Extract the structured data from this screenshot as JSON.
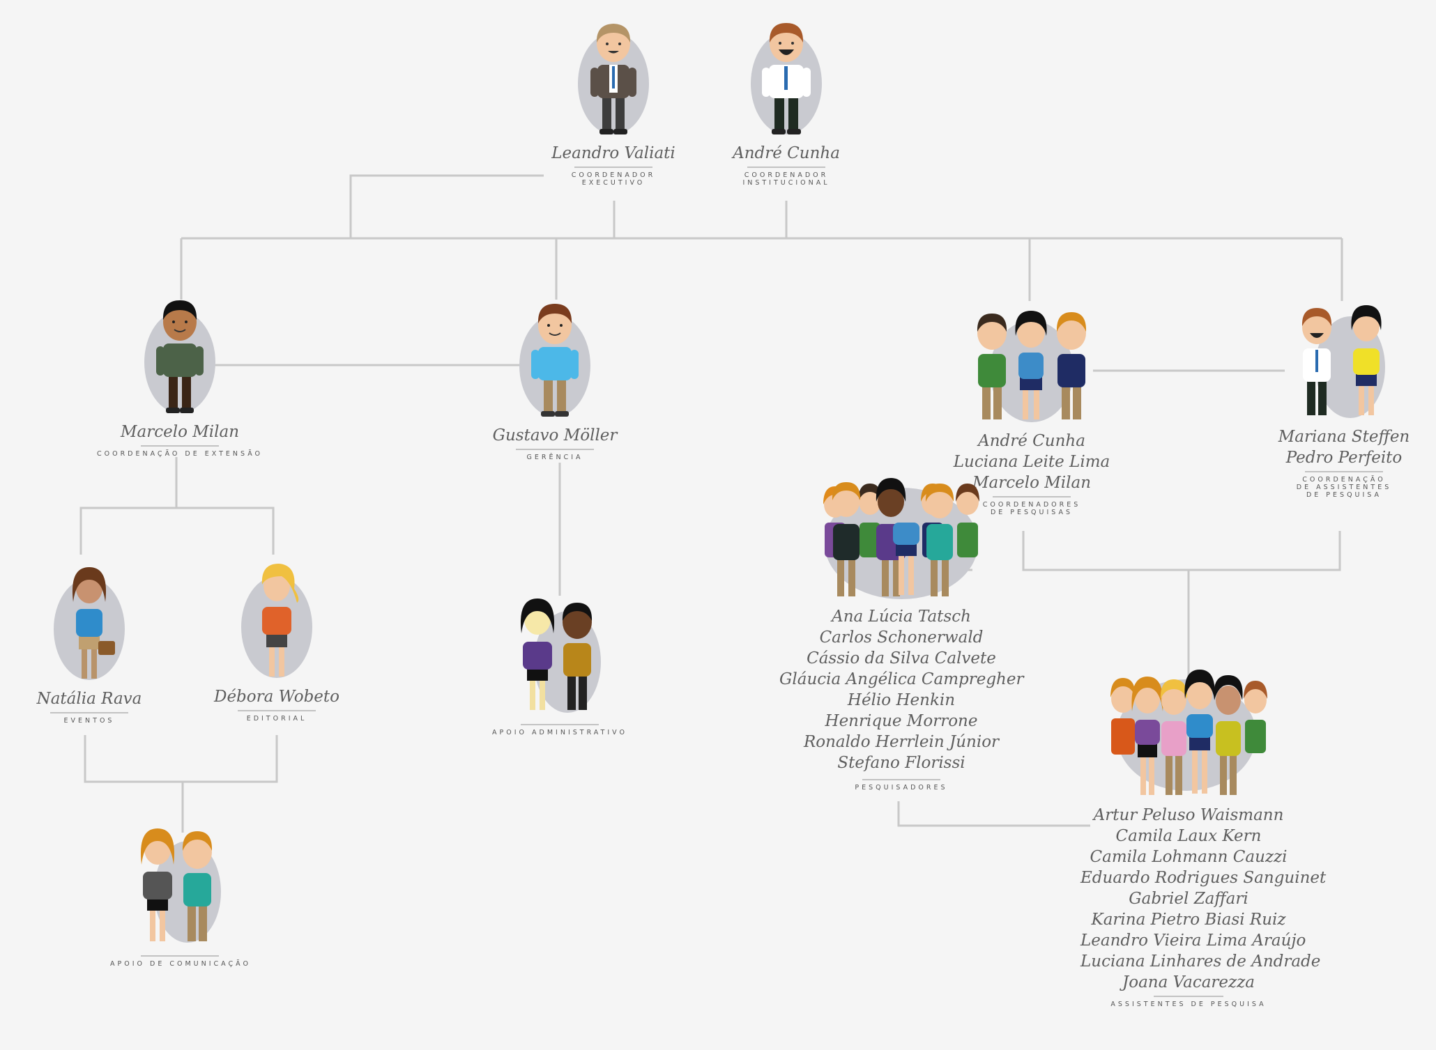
{
  "nodes": [
    {
      "id": "valiati",
      "names": [
        "Leandro Valiati"
      ],
      "role": [
        "COORDENADOR",
        "EXECUTIVO"
      ]
    },
    {
      "id": "cunha",
      "names": [
        "André Cunha"
      ],
      "role": [
        "COORDENADOR",
        "INSTITUCIONAL"
      ]
    },
    {
      "id": "milan",
      "names": [
        "Marcelo Milan"
      ],
      "role": [
        "COORDENAÇÃO DE EXTENSÃO"
      ]
    },
    {
      "id": "moller",
      "names": [
        "Gustavo Möller"
      ],
      "role": [
        "GERÊNCIA"
      ]
    },
    {
      "id": "coord-pesq",
      "names": [
        "André Cunha",
        "Luciana Leite Lima",
        "Marcelo Milan"
      ],
      "role": [
        "COORDENADORES",
        "DE PESQUISAS"
      ]
    },
    {
      "id": "coord-assist",
      "names": [
        "Mariana Steffen",
        "Pedro Perfeito"
      ],
      "role": [
        "COORDENAÇÃO",
        "DE ASSISTENTES",
        "DE PESQUISA"
      ]
    },
    {
      "id": "rava",
      "names": [
        "Natália Rava"
      ],
      "role": [
        "EVENTOS"
      ]
    },
    {
      "id": "wobeto",
      "names": [
        "Débora Wobeto"
      ],
      "role": [
        "EDITORIAL"
      ]
    },
    {
      "id": "apoio-adm",
      "names": [],
      "role": [
        "APOIO ADMINISTRATIVO"
      ]
    },
    {
      "id": "pesquisadores",
      "names": [
        "Ana Lúcia Tatsch",
        "Carlos Schonerwald",
        "Cássio da Silva Calvete",
        "Gláucia Angélica Campregher",
        "Hélio Henkin",
        "Henrique Morrone",
        "Ronaldo Herrlein Júnior",
        "Stefano Florissi"
      ],
      "role": [
        "PESQUISADORES"
      ]
    },
    {
      "id": "apoio-com",
      "names": [],
      "role": [
        "APOIO DE COMUNICAÇÃO"
      ]
    },
    {
      "id": "assistentes",
      "names": [
        "Artur Peluso Waismann",
        "Camila Laux Kern",
        "Camila Lohmann Cauzzi",
        "Eduardo Rodrigues Sanguinet",
        "Gabriel Zaffari",
        "Karina Pietro Biasi Ruiz",
        "Leandro Vieira Lima Araújo",
        "Luciana Linhares de Andrade",
        "Joana Vacarezza"
      ],
      "role": [
        "ASSISTENTES DE PESQUISA"
      ]
    }
  ],
  "colors": {
    "line": "#c8c8c8",
    "text": "#5e5e5e",
    "oval": "#c9cad0",
    "background": "#f5f5f5"
  },
  "icons": [
    "person-figure-icon",
    "person-group-icon"
  ]
}
